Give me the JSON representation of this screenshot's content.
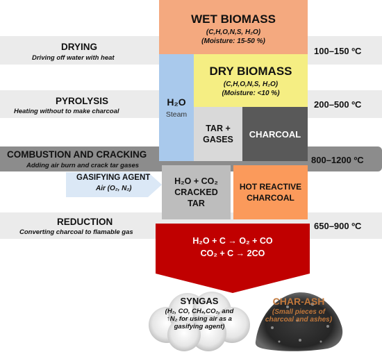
{
  "stages": {
    "drying": {
      "title": "DRYING",
      "subtitle": "Driving off water with heat",
      "temp": "100–150 ºC"
    },
    "pyrolysis": {
      "title": "PYROLYSIS",
      "subtitle": "Heating without to make charcoal",
      "temp": "200–500 ºC"
    },
    "combustion": {
      "title": "COMBUSTION AND CRACKING",
      "subtitle": "Adding air burn and crack tar gases",
      "temp": "800–1200 ºC"
    },
    "gasifying": {
      "title": "GASIFYING AGENT",
      "subtitle": "Air (O₂, N₂)"
    },
    "reduction": {
      "title": "REDUCTION",
      "subtitle": "Converting charcoal to flamable gas",
      "temp": "650–900 ºC"
    }
  },
  "boxes": {
    "wet_biomass": {
      "title": "WET BIOMASS",
      "formula": "(C,H,O,N,S, H₂O)",
      "moisture": "(Moisture: 15-50 %)"
    },
    "dry_biomass": {
      "title": "DRY BIOMASS",
      "formula": "(C,H,O,N,S, H₂O)",
      "moisture": "(Moisture: <10 %)"
    },
    "water": {
      "title": "H₂O",
      "subtitle": "Steam"
    },
    "tar_gases": {
      "line1": "TAR +",
      "line2": "GASES"
    },
    "charcoal": {
      "title": "CHARCOAL"
    },
    "cracked_tar": {
      "line1": "H₂O + CO₂",
      "line2": "CRACKED",
      "line3": "TAR"
    },
    "hot_charcoal": {
      "line1": "HOT REACTIVE",
      "line2": "CHARCOAL"
    },
    "reaction": {
      "line1": "H₂O + C → O₂ + CO",
      "line2": "CO₂ + C →  2CO"
    }
  },
  "outputs": {
    "syngas": {
      "title": "SYNGAS",
      "line1": "(H₂, CO, CH₄,CO₂, and",
      "line2": "↑N₂ for using air as a",
      "line3": "gasifying agent)"
    },
    "char_ash": {
      "title": "CHAR-ASH",
      "line1": "(Small pieces of",
      "line2": "charcoal and ashes)"
    }
  },
  "colors": {
    "wet": "#f4a97f",
    "dry": "#f5ee83",
    "water": "#a9c9ec",
    "tar": "#d9d9d9",
    "charcoal": "#595959",
    "cracked": "#bdbdbd",
    "hot": "#fb9a5b",
    "reaction": "#c00000"
  }
}
